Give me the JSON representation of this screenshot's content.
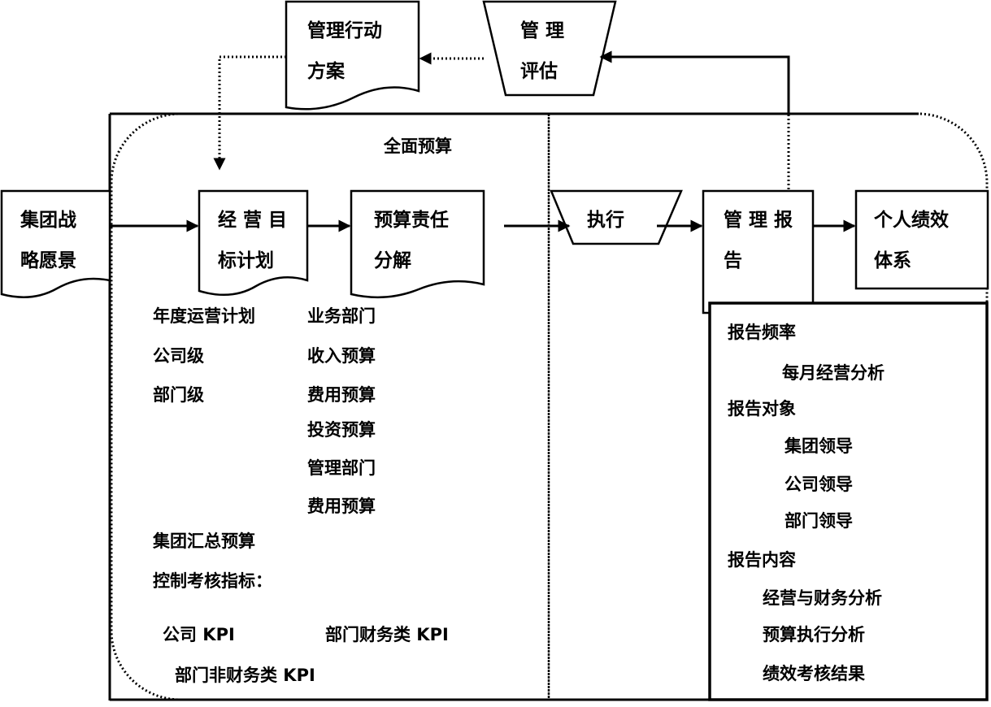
{
  "title": "全面预算",
  "nodes": {
    "action_plan": [
      "管理行动",
      "方案"
    ],
    "evaluation": [
      "管 理",
      "评估"
    ],
    "vision": [
      "集团战",
      "略愿景"
    ],
    "targets": [
      "经 营 目",
      "标计划"
    ],
    "budget_breakdown": [
      "预算责任",
      "分解"
    ],
    "execution": "执行",
    "report": [
      "管 理 报",
      "告"
    ],
    "performance": [
      "个人绩效",
      "体系"
    ]
  },
  "planning_list": [
    "年度运营计划",
    "公司级",
    "部门级"
  ],
  "department_list": [
    "业务部门",
    "收入预算",
    "费用预算",
    "投资预算",
    "管理部门",
    "费用预算"
  ],
  "consolidation": [
    "集团汇总预算",
    "控制考核指标："
  ],
  "kpis": {
    "company": "公司 KPI",
    "dept_financial": "部门财务类 KPI",
    "dept_nonfinancial": "部门非财务类 KPI"
  },
  "report_details": {
    "frequency": {
      "label": "报告频率",
      "items": [
        "每月经营分析"
      ]
    },
    "audience": {
      "label": "报告对象",
      "items": [
        "集团领导",
        "公司领导",
        "部门领导"
      ]
    },
    "content": {
      "label": "报告内容",
      "items": [
        "经营与财务分析",
        "预算执行分析",
        "绩效考核结果"
      ]
    }
  }
}
